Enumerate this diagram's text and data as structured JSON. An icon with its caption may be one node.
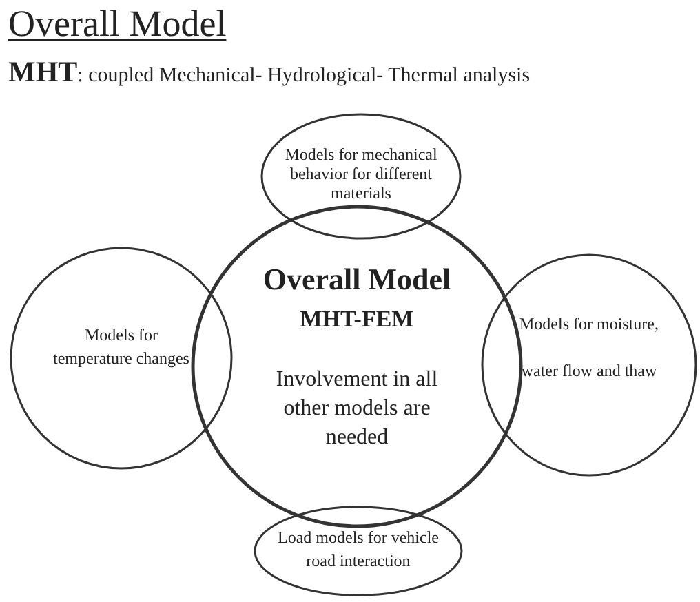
{
  "diagram": {
    "title": "Overall Model",
    "nodes": [
      {
        "text": [
          "Models for mechanical behavior for different materials"
        ]
      },
      {
        "text": [
          "Models for temperature changes"
        ]
      },
      {
        "text": [
          "Overall Model",
          "MHT-FEM",
          "Involvement in all other models are needed"
        ]
      },
      {
        "text": [
          "Models for moisture,",
          "water flow and thaw"
        ]
      },
      {
        "text": [
          "Load models for vehicle road interaction"
        ]
      }
    ],
    "labels": [
      "**MHT**: coupled Mechanical- Hydrological- Thermal analysis"
    ]
  }
}
